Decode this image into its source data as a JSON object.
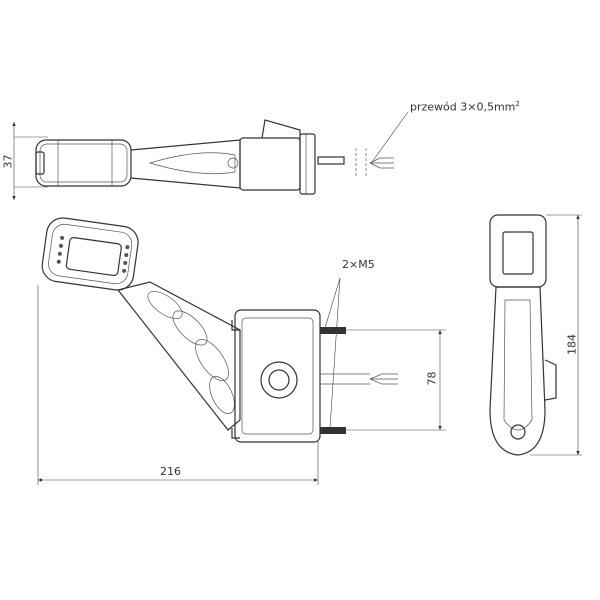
{
  "labels": {
    "cable": "przewód 3×0,5mm",
    "cable_sup": "2",
    "bolts": "2×M5"
  },
  "dimensions": {
    "height_top_view": "37",
    "bolt_spacing": "78",
    "overall_width": "216",
    "overall_height": "184"
  }
}
